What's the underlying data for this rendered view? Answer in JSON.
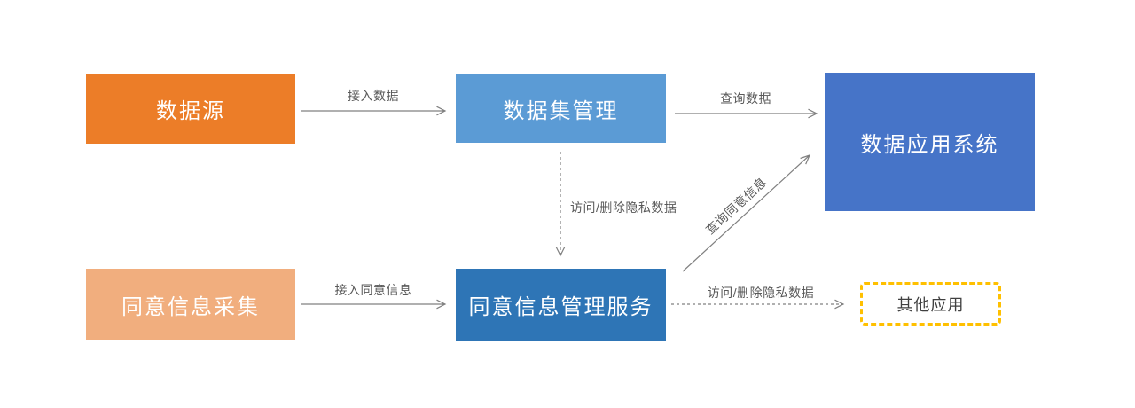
{
  "diagram": {
    "background_color": "#FFFFFF",
    "arrow_color": "#808080",
    "edge_label_color": "#595959",
    "nodes": {
      "data_source": {
        "label": "数据源",
        "fill": "#EC7D28",
        "text_color": "#FFFFFF"
      },
      "dataset_management": {
        "label": "数据集管理",
        "fill": "#5B9BD5",
        "text_color": "#FFFFFF"
      },
      "data_application_system": {
        "label": "数据应用系统",
        "fill": "#4674C8",
        "text_color": "#FFFFFF"
      },
      "consent_collection": {
        "label": "同意信息采集",
        "fill": "#F1AE7E",
        "text_color": "#FFFFFF"
      },
      "consent_management_service": {
        "label": "同意信息管理服务",
        "fill": "#2E75B6",
        "text_color": "#FFFFFF"
      },
      "other_applications": {
        "label": "其他应用",
        "fill": "#FFFFFF",
        "border_color": "#FFC000",
        "text_color": "#404040"
      }
    },
    "edges": {
      "access_data": {
        "label": "接入数据",
        "from": "data_source",
        "to": "dataset_management",
        "style": "solid"
      },
      "query_data": {
        "label": "查询数据",
        "from": "dataset_management",
        "to": "data_application_system",
        "style": "solid"
      },
      "access_delete_private_data_internal": {
        "label": "访问/删除隐私数据",
        "from": "dataset_management",
        "to": "consent_management_service",
        "style": "dashed"
      },
      "access_consent_info": {
        "label": "接入同意信息",
        "from": "consent_collection",
        "to": "consent_management_service",
        "style": "solid"
      },
      "query_consent_info": {
        "label": "查询同意信息",
        "from": "consent_management_service",
        "to": "data_application_system",
        "style": "solid"
      },
      "access_delete_private_data_external": {
        "label": "访问/删除隐私数据",
        "from": "consent_management_service",
        "to": "other_applications",
        "style": "dashed"
      }
    }
  }
}
